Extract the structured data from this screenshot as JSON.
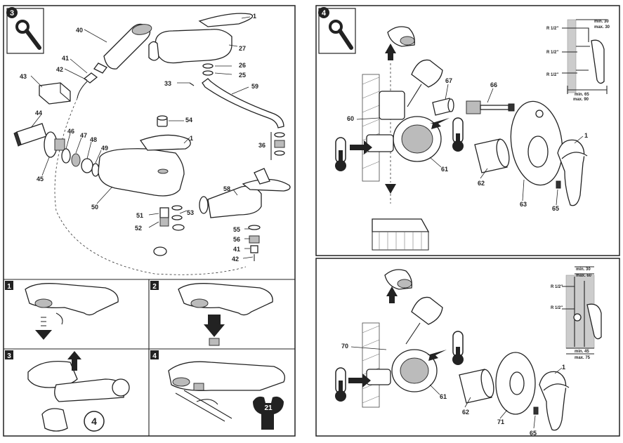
{
  "left_panel": {
    "badge": "3",
    "labels": {
      "p1": "1",
      "p27": "27",
      "p40": "40",
      "p41": "41",
      "p42": "42",
      "p43": "43",
      "p26": "26",
      "p25": "25",
      "p33": "33",
      "p59": "59",
      "p54": "54",
      "p44": "44",
      "p46": "46",
      "p47": "47",
      "p48": "48",
      "p49": "49",
      "p1b": "1",
      "p36": "36",
      "p45": "45",
      "p50": "50",
      "p51": "51",
      "p53": "53",
      "p52": "52",
      "p58": "58",
      "p55": "55",
      "p56": "56",
      "p41b": "41",
      "p42b": "42"
    },
    "steps": [
      {
        "number": "1"
      },
      {
        "number": "2"
      },
      {
        "number": "3",
        "circle_label": "4"
      },
      {
        "number": "4",
        "wrench_label": "21"
      }
    ]
  },
  "right_top": {
    "badge": "4",
    "labels": {
      "p67": "67",
      "p66": "66",
      "p60": "60",
      "p61": "61",
      "p62": "62",
      "p63": "63",
      "p1": "1",
      "p65": "65"
    },
    "dims": {
      "min": "min. 30",
      "max": "max. 30",
      "r1": "R 1/2\"",
      "r2": "R 1/2\"",
      "r3": "R 1/2\"",
      "min2": "min. 65",
      "max2": "max. 90"
    }
  },
  "right_bottom": {
    "labels": {
      "p70": "70",
      "p61": "61",
      "p62": "62",
      "p71": "71",
      "p1": "1",
      "p65": "65"
    },
    "dims": {
      "min": "min. 30",
      "max": "max. 60",
      "r1": "R 1/2\"",
      "r2": "R 1/2\"",
      "min2": "min. 45",
      "max2": "max. 75"
    }
  }
}
